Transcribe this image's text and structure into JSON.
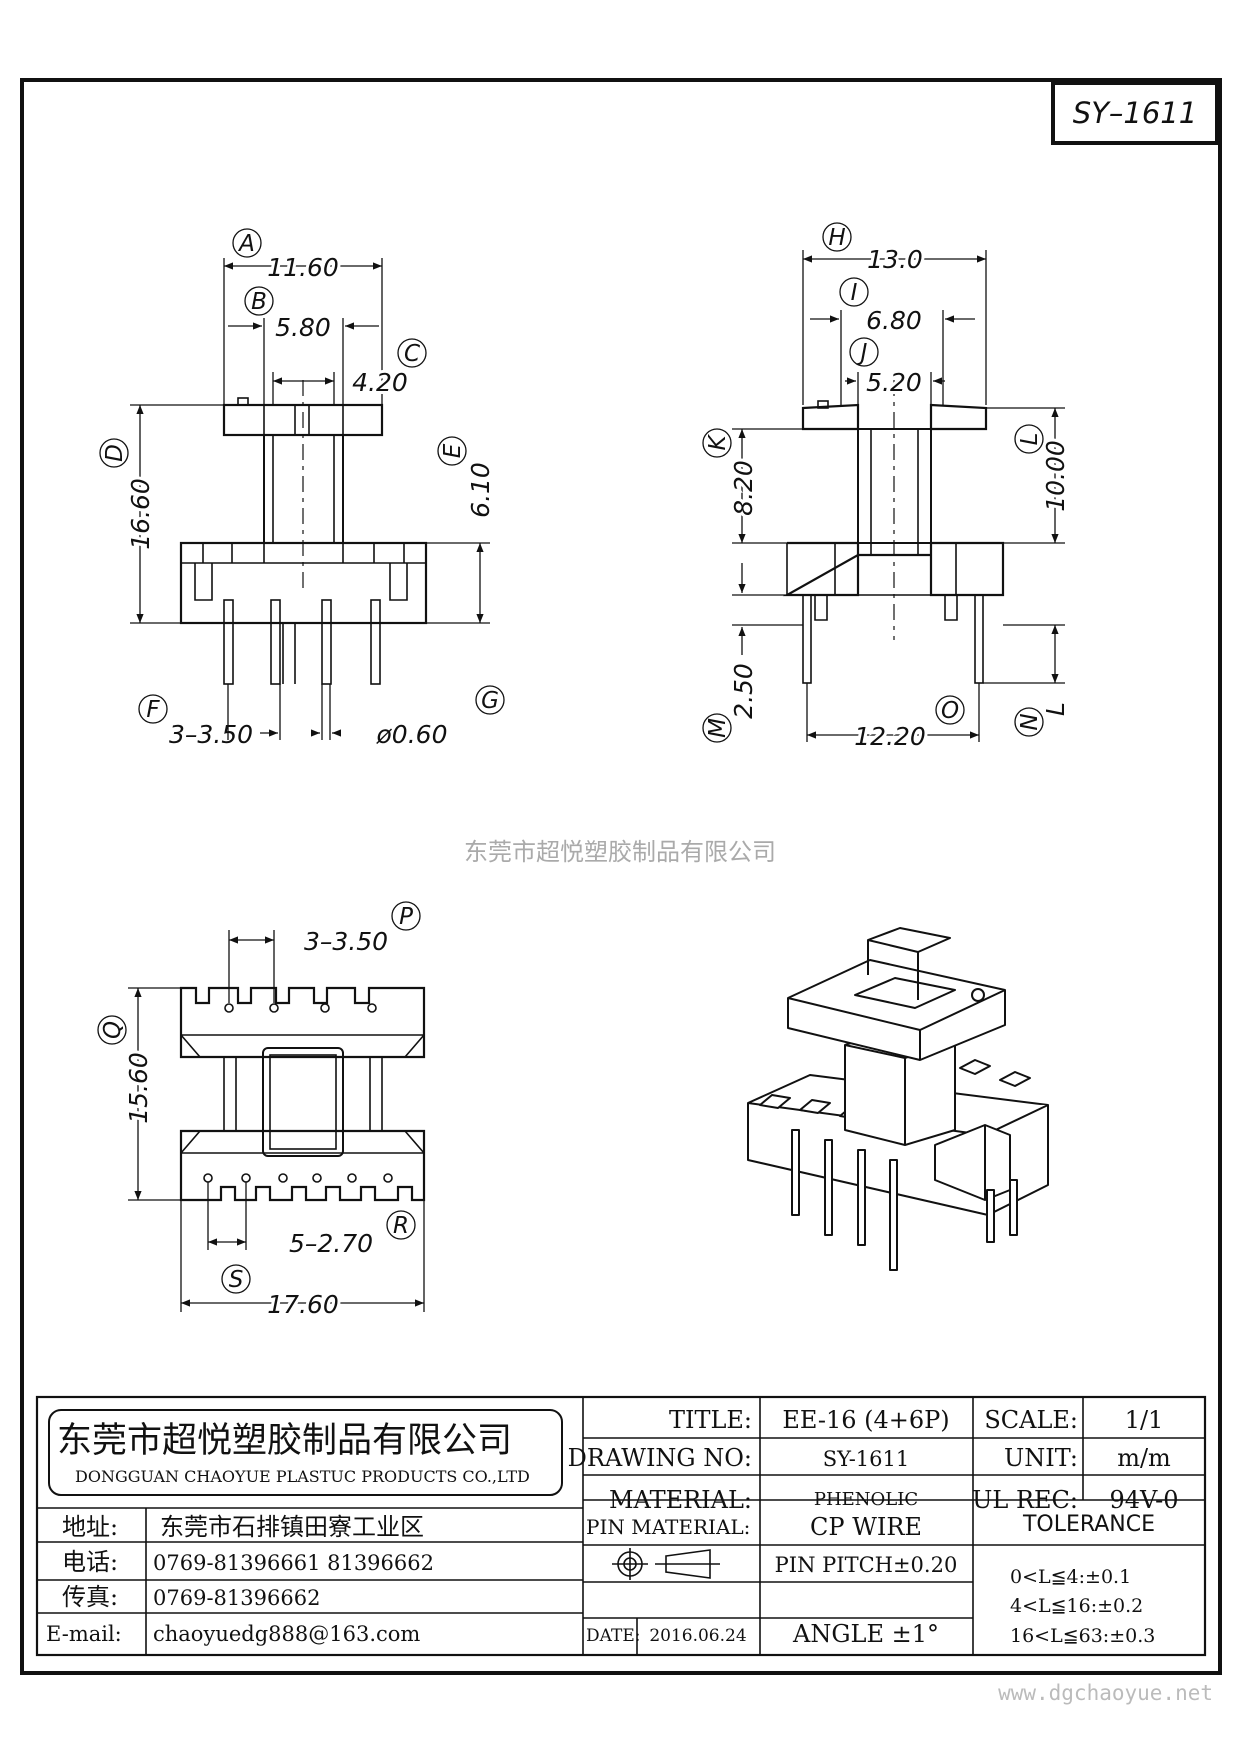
{
  "drawing_code": "SY–1611",
  "watermark": "东莞市超悦塑胶制品有限公司",
  "website": "www.dgchaoyue.net",
  "front_view": {
    "dims": {
      "A": "11.60",
      "B": "5.80",
      "C": "4.20",
      "D": "16.60",
      "E": "6.10",
      "F": "3–3.50",
      "G": "ø0.60"
    },
    "letters": {
      "A": "A",
      "B": "B",
      "C": "C",
      "D": "D",
      "E": "E",
      "F": "F",
      "G": "G"
    }
  },
  "side_view": {
    "dims": {
      "H": "13.0",
      "I": "6.80",
      "J": "5.20",
      "K": "8.20",
      "L": "10.00",
      "M": "2.50",
      "N": "L",
      "O": "12.20"
    },
    "letters": {
      "H": "H",
      "I": "I",
      "J": "J",
      "K": "K",
      "L": "L",
      "M": "M",
      "N": "N",
      "O": "O"
    }
  },
  "bottom_view": {
    "dims": {
      "P": "3–3.50",
      "Q": "15.60",
      "R": "5–2.70",
      "S": "17.60"
    },
    "letters": {
      "P": "P",
      "Q": "Q",
      "R": "R",
      "S": "S"
    }
  },
  "title_block": {
    "company_cn": "东莞市超悦塑胶制品有限公司",
    "company_en": "DONGGUAN CHAOYUE PLASTUC PRODUCTS CO.,LTD",
    "address_label": "地址:",
    "address": "东莞市石排镇田寮工业区",
    "phone_label": "电话:",
    "phone": "0769-81396661   81396662",
    "fax_label": "传真:",
    "fax": "0769-81396662",
    "email_label": "E-mail:",
    "email": "chaoyuedg888@163.com",
    "title_label": "TITLE:",
    "title_value": "EE-16 (4+6P)",
    "drawing_no_label": "DRAWING NO:",
    "drawing_no_value": "SY-1611",
    "material_label": "MATERIAL:",
    "material_value": "PHENOLIC",
    "pin_material_label": "PIN MATERIAL:",
    "pin_material_value": "CP WIRE",
    "pin_pitch": "PIN PITCH±0.20",
    "angle": "ANGLE  ±1°",
    "date_label": "DATE:",
    "date_value": "2016.06.24",
    "scale_label": "SCALE:",
    "scale_value": "1/1",
    "unit_label": "UNIT:",
    "unit_value": "m/m",
    "ul_rec_label": "UL REC:",
    "ul_rec_value": "94V-0",
    "tolerance_label": "TOLERANCE",
    "tolerance_lines": [
      "0<L≦4:±0.1",
      "4<L≦16:±0.2",
      "16<L≦63:±0.3"
    ]
  }
}
